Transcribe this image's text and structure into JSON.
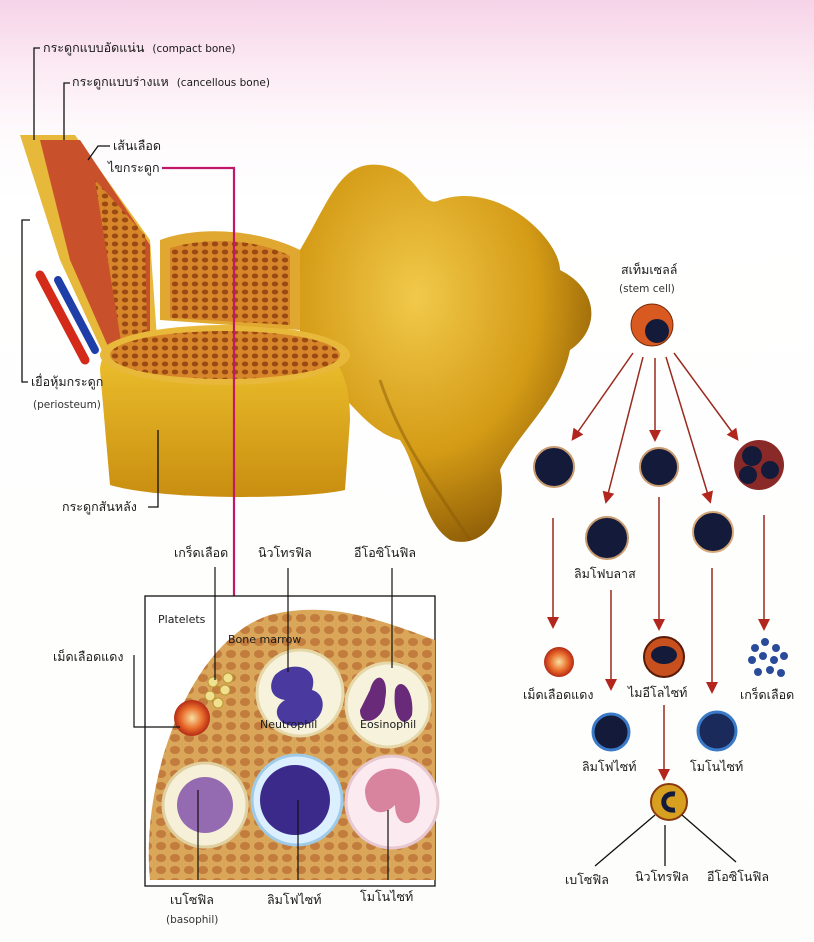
{
  "bone": {
    "compact_bone": {
      "th": "กระดูกแบบอัดแน่น",
      "en": "(compact bone)"
    },
    "cancellous_bone": {
      "th": "กระดูกแบบร่างแห",
      "en": "(cancellous bone)"
    },
    "blood_vessel": "เส้นเลือด",
    "bone_marrow": "ไขกระดูก",
    "periosteum": {
      "th": "เยื่อหุ้มกระดูก",
      "en": "(periosteum)"
    },
    "vertebra": "กระดูกสันหลัง"
  },
  "marrow_inset": {
    "platelets_en": "Platelets",
    "bone_marrow_en": "Bone marrow",
    "neutrophil_en": "Neutrophil",
    "eosinophil_en": "Eosinophil",
    "labels": {
      "platelet": "เกร็ดเลือด",
      "neutrophil": "นิวโทรฟิล",
      "eosinophil": "อีโอซิโนฟิล",
      "red_blood_cell": "เม็ดเลือดแดง",
      "basophil": {
        "th": "เบโซฟิล",
        "en": "(basophil)"
      },
      "lymphocyte": "ลิมโฟไซท์",
      "monocyte": "โมโนไซท์"
    }
  },
  "lineage": {
    "stem_cell": {
      "th": "สเท็มเซลล์",
      "en": "(stem cell)"
    },
    "lymphoblast": "ลิมโฟบลาส",
    "red_blood_cell": "เม็ดเลือดแดง",
    "myelocyte": "ไมอีโลไซท์",
    "platelet": "เกร็ดเลือด",
    "lymphocyte": "ลิมโฟไซท์",
    "monocyte": "โมโนไซท์",
    "basophil": "เบโซฟิล",
    "neutrophil": "นิวโทรฟิล",
    "eosinophil": "อีโอซิโนฟิล"
  },
  "colors": {
    "bone": "#d9a21a",
    "marrow_line": "#c2186a",
    "arrow": "#b3261e",
    "nucleus": "#141a3a"
  }
}
